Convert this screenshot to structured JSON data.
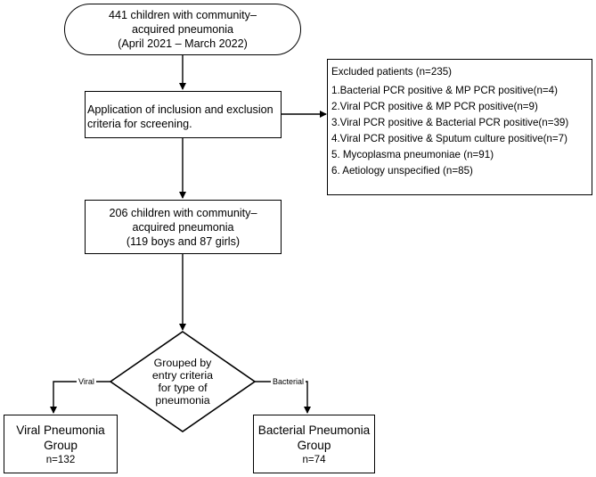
{
  "start_box": {
    "lines": [
      "441 children with community–",
      "acquired pneumonia",
      "(April 2021 – March 2022)"
    ]
  },
  "screening_box": {
    "lines": [
      "Application of inclusion and exclusion",
      "criteria for screening."
    ]
  },
  "excluded_box": {
    "title": "Excluded patients (n=235)",
    "items": [
      "1.Bacterial PCR positive  &  MP PCR positive(n=4)",
      "2.Viral PCR positive  &  MP PCR positive(n=9)",
      "3.Viral PCR positive & Bacterial PCR positive(n=39)",
      "4.Viral PCR positive & Sputum culture positive(n=7)",
      "5. Mycoplasma pneumoniae (n=91)",
      "6. Aetiology unspecified (n=85)"
    ]
  },
  "cohort_box": {
    "lines": [
      "206 children with community–",
      "acquired pneumonia",
      "(119 boys and 87 girls)"
    ]
  },
  "decision": {
    "lines": [
      "Grouped by",
      "entry criteria",
      "for type of",
      "pneumonia"
    ],
    "left_label": "Viral",
    "right_label": "Bacterial"
  },
  "viral_box": {
    "lines": [
      "Viral Pneumonia",
      "Group",
      "n=132"
    ]
  },
  "bacterial_box": {
    "lines": [
      "Bacterial Pneumonia",
      "Group",
      "n=74"
    ]
  }
}
